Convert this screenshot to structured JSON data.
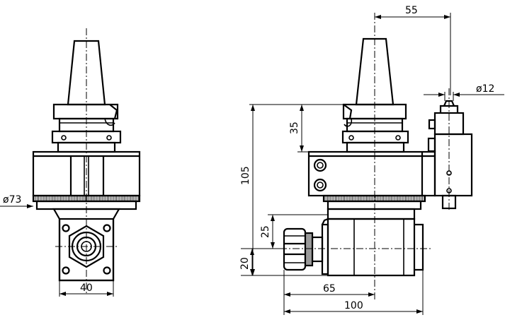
{
  "dimensions": {
    "front_diameter": "ø73",
    "front_width": "40",
    "top_offset": "55",
    "shaft_diameter": "ø12",
    "flange_height": "35",
    "overall_height": "105",
    "spindle_offset": "25",
    "base_offset": "20",
    "spindle_length": "65",
    "overall_length": "100"
  }
}
